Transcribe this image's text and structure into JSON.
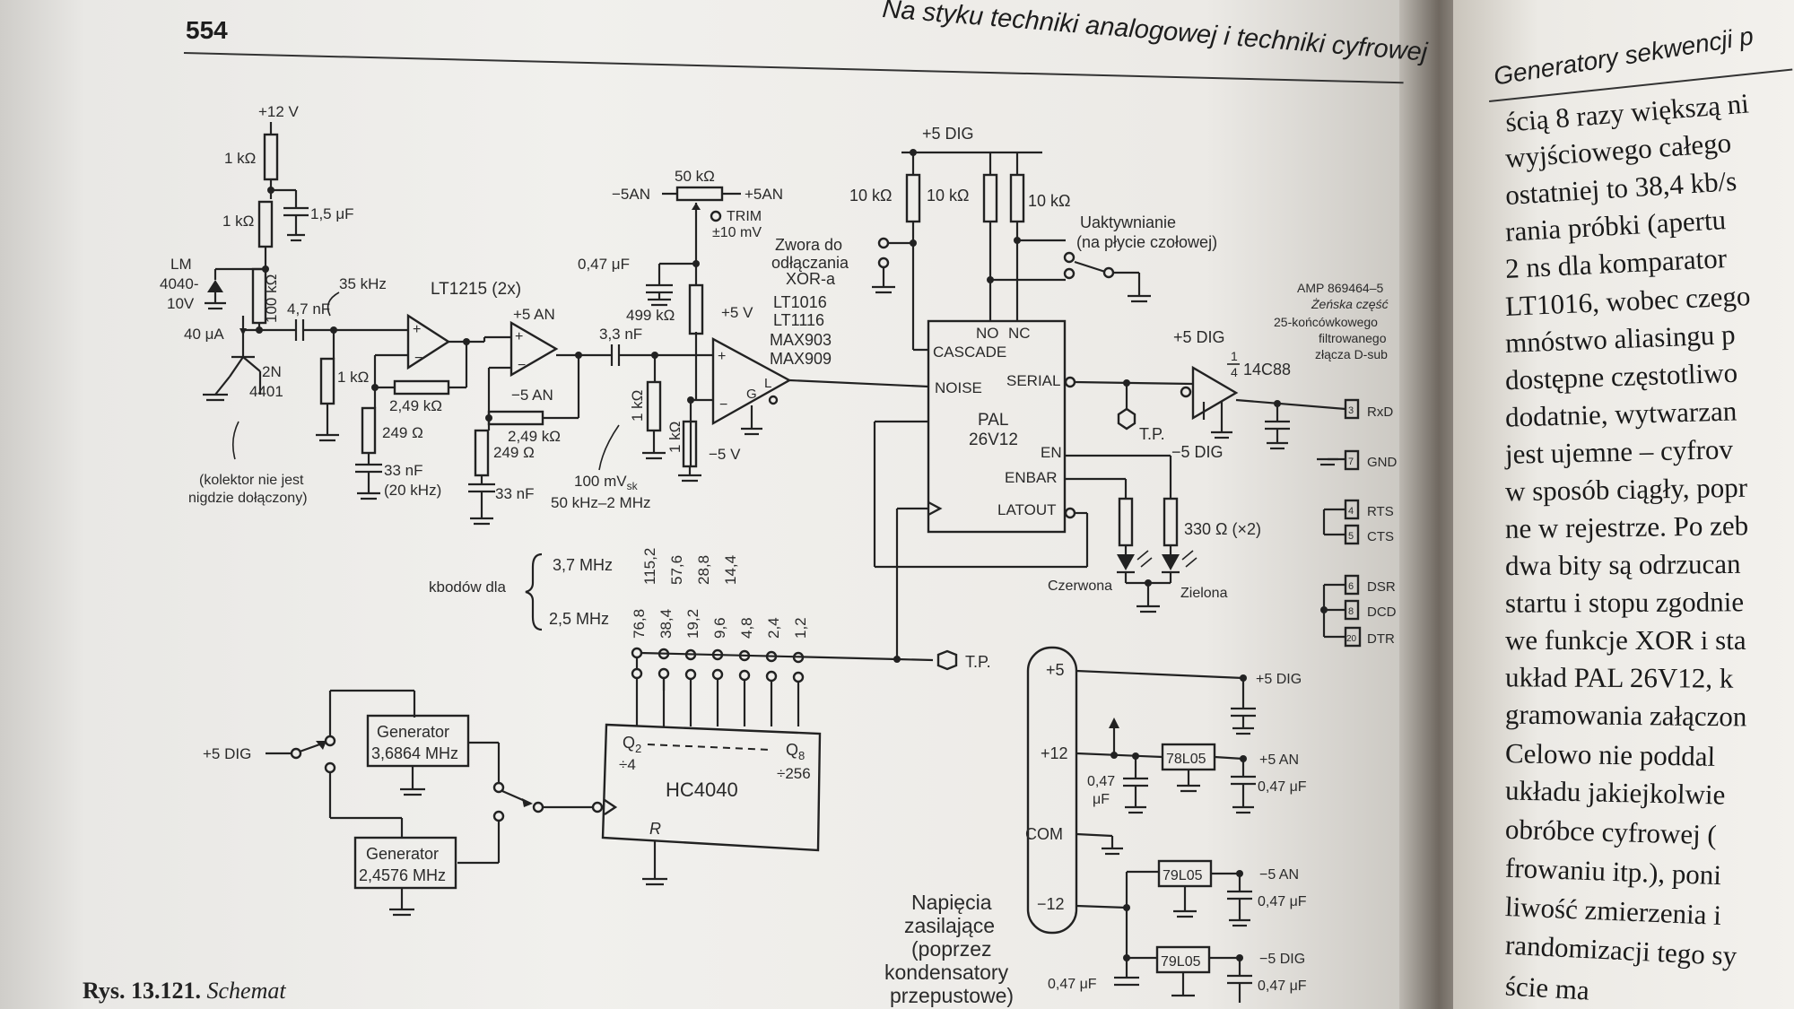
{
  "book": {
    "page_number": "554",
    "running_head": "Na styku techniki analogowej i techniki cyfrowej",
    "right_running_head": "Generatory sekwencji p",
    "caption_prefix": "Rys. 13.121.",
    "caption_rest": "Schemat"
  },
  "schematic": {
    "supplies": {
      "p12v": "+12 V",
      "p5dig": "+5 DIG",
      "p5dig_top": "+5 DIG",
      "p5an_amp": "+5 AN",
      "m5an_amp": "−5 AN",
      "p5v": "+5 V",
      "m5v": "−5 V",
      "m5an_pot": "−5AN",
      "p5an_pot": "+5AN",
      "p5dig_drv": "+5 DIG",
      "m5dig_drv": "−5 DIG",
      "p5dig_gen": "+5 DIG"
    },
    "components": {
      "r1k_a": "1 kΩ",
      "r1k_b": "1 kΩ",
      "c1_5uF": "1,5 μF",
      "lm4040_1": "LM",
      "lm4040_2": "4040-",
      "lm4040_3": "10V",
      "r100k": "100 kΩ",
      "c4_7nF": "4,7 nF",
      "f35khz": "35 kHz",
      "i40ua": "40 μA",
      "q2n_1": "2N",
      "q2n_2": "4401",
      "collector_note_1": "(kolektor nie jest",
      "collector_note_2": "nigdzie dołączony)",
      "r1k_c": "1 kΩ",
      "r2_49k_a": "2,49 kΩ",
      "r249_a": "249 Ω",
      "c33nF_a": "33 nF",
      "c33nF_a_freq": "(20 kHz)",
      "lt1215": "LT1215 (2x)",
      "r2_49k_b": "2,49 kΩ",
      "r249_b": "249 Ω",
      "c33nF_b": "33 nF",
      "c3_3nF": "3,3 nF",
      "r1k_d": "1 kΩ",
      "r1k_e": "1 kΩ",
      "r499k": "499 kΩ",
      "c0_47uF_top": "0,47 μF",
      "pot50k": "50 kΩ",
      "trim": "TRIM",
      "trim_range": "±10 mV",
      "comparator_1": "LT1016",
      "comparator_2": "LT1116",
      "comparator_3": "MAX903",
      "comparator_4": "MAX909",
      "comp_g": "G",
      "comp_l": "L",
      "amplitude_1": "100 mV",
      "amplitude_sub": "sk",
      "amplitude_2": "50 kHz–2 MHz",
      "jumper_1": "Zwora do",
      "jumper_2": "odłączania",
      "jumper_3": "XOR-a",
      "r10k_a": "10 kΩ",
      "r10k_b": "10 kΩ",
      "r10k_c": "10 kΩ",
      "enable_1": "Uaktywnianie",
      "enable_2": "(na płycie czołowej)",
      "driver_frac_n": "1",
      "driver_frac_d": "4",
      "driver": "14C88",
      "tp1": "T.P.",
      "tp2": "T.P.",
      "r330": "330 Ω (×2)",
      "led_red": "Czerwona",
      "led_green": "Zielona"
    },
    "pal": {
      "name_1": "PAL",
      "name_2": "26V12",
      "pin_no": "NO",
      "pin_nc": "NC",
      "pin_cascade": "CASCADE",
      "pin_noise": "NOISE",
      "pin_serial": "SERIAL",
      "pin_en": "EN",
      "pin_enbar": "ENBAR",
      "pin_latout": "LATOUT"
    },
    "connector": {
      "line_1": "AMP 869464–5",
      "line_2": "Żeńska część",
      "line_3": "25-końcówkowego",
      "line_4": "filtrowanego",
      "line_5": "złącza D-sub",
      "pins": [
        {
          "num": "3",
          "name": "RxD"
        },
        {
          "num": "7",
          "name": "GND"
        },
        {
          "num": "4",
          "name": "RTS"
        },
        {
          "num": "5",
          "name": "CTS"
        },
        {
          "num": "6",
          "name": "DSR"
        },
        {
          "num": "8",
          "name": "DCD"
        },
        {
          "num": "20",
          "name": "DTR"
        }
      ]
    },
    "baud": {
      "label": "kbodów dla",
      "f1": "3,7 MHz",
      "f2": "2,5 MHz",
      "row1": [
        "115,2",
        "57,6",
        "28,8",
        "14,4"
      ],
      "row2": [
        "76,8",
        "38,4",
        "19,2",
        "9,6",
        "4,8",
        "2,4",
        "1,2"
      ]
    },
    "counter": {
      "name": "HC4040",
      "q2": "Q",
      "q2_sub": "2",
      "q8": "Q",
      "q8_sub": "8",
      "div4": "÷4",
      "div256": "÷256",
      "reset": "R"
    },
    "generators": {
      "g1_1": "Generator",
      "g1_2": "3,6864 MHz",
      "g2_1": "Generator",
      "g2_2": "2,4576 MHz"
    },
    "power": {
      "p5": "+5",
      "p12": "+12",
      "com": "COM",
      "m12": "−12",
      "reg1": "78L05",
      "reg2": "79L05",
      "reg3": "79L05",
      "out1": "+5 DIG",
      "out2": "+5 AN",
      "out3": "−5 AN",
      "out4": "−5 DIG",
      "c047_a": "0,47 μF",
      "c047_b": "0,47 μF",
      "c047_c": "0,47 μF",
      "c047_d": "0,47 μF",
      "c047_left_1": "0,47",
      "c047_left_2": "μF",
      "note_1": "Napięcia",
      "note_2": "zasilające",
      "note_3": "(poprzez",
      "note_4": "kondensatory",
      "note_5": "przepustowe)"
    }
  },
  "right_page_lines": [
    "ścią 8 razy większą ni",
    "wyjściowego całego",
    "ostatniej to 38,4 kb/s",
    "rania próbki (apertu",
    "2 ns dla komparator",
    "LT1016, wobec czego",
    "mnóstwo aliasingu p",
    "dostępne częstotliwo",
    "dodatnie, wytwarzan",
    "jest ujemne – cyfrov",
    "w sposób ciągły, popr",
    "ne w rejestrze. Po zeb",
    "dwa bity są odrzucan",
    "startu i stopu zgodnie",
    "we funkcje XOR i sta",
    "układ PAL 26V12, k",
    "gramowania załączon",
    "Celowo nie poddal",
    "układu jakiejkolwie",
    "obróbce cyfrowej (",
    "frowaniu itp.), poni",
    "liwość zmierzenia i",
    "randomizacji tego sy",
    "ście ma"
  ]
}
